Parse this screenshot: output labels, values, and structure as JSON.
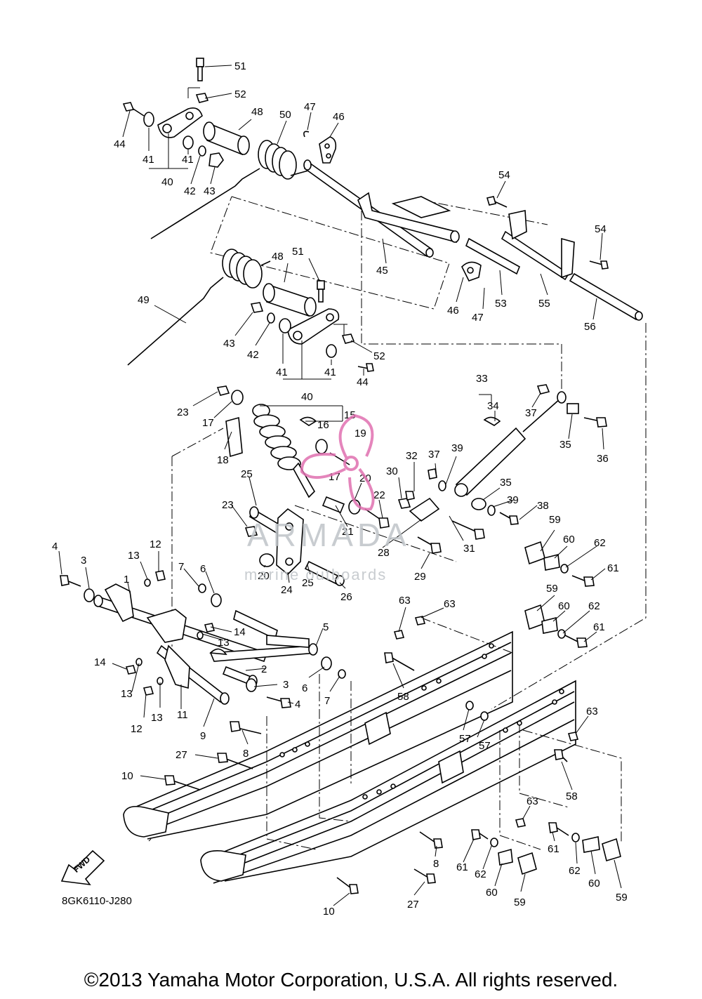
{
  "diagram": {
    "drawing_code": "8GK6110-J280",
    "fwd_label": "FWD",
    "watermark": {
      "brand": "ARMADA",
      "subtitle": "marine outboards"
    },
    "part_numbers": [
      "1",
      "2",
      "3",
      "4",
      "5",
      "6",
      "7",
      "8",
      "9",
      "10",
      "11",
      "12",
      "13",
      "14",
      "15",
      "16",
      "17",
      "18",
      "19",
      "20",
      "21",
      "22",
      "23",
      "24",
      "25",
      "26",
      "27",
      "28",
      "29",
      "30",
      "31",
      "32",
      "33",
      "34",
      "35",
      "36",
      "37",
      "38",
      "39",
      "40",
      "41",
      "42",
      "43",
      "44",
      "45",
      "46",
      "47",
      "48",
      "49",
      "50",
      "51",
      "52",
      "53",
      "54",
      "55",
      "56",
      "57",
      "58",
      "59",
      "60",
      "61",
      "62",
      "63"
    ]
  },
  "footer": {
    "copyright": "©2013 Yamaha Motor Corporation, U.S.A. All rights reserved."
  }
}
